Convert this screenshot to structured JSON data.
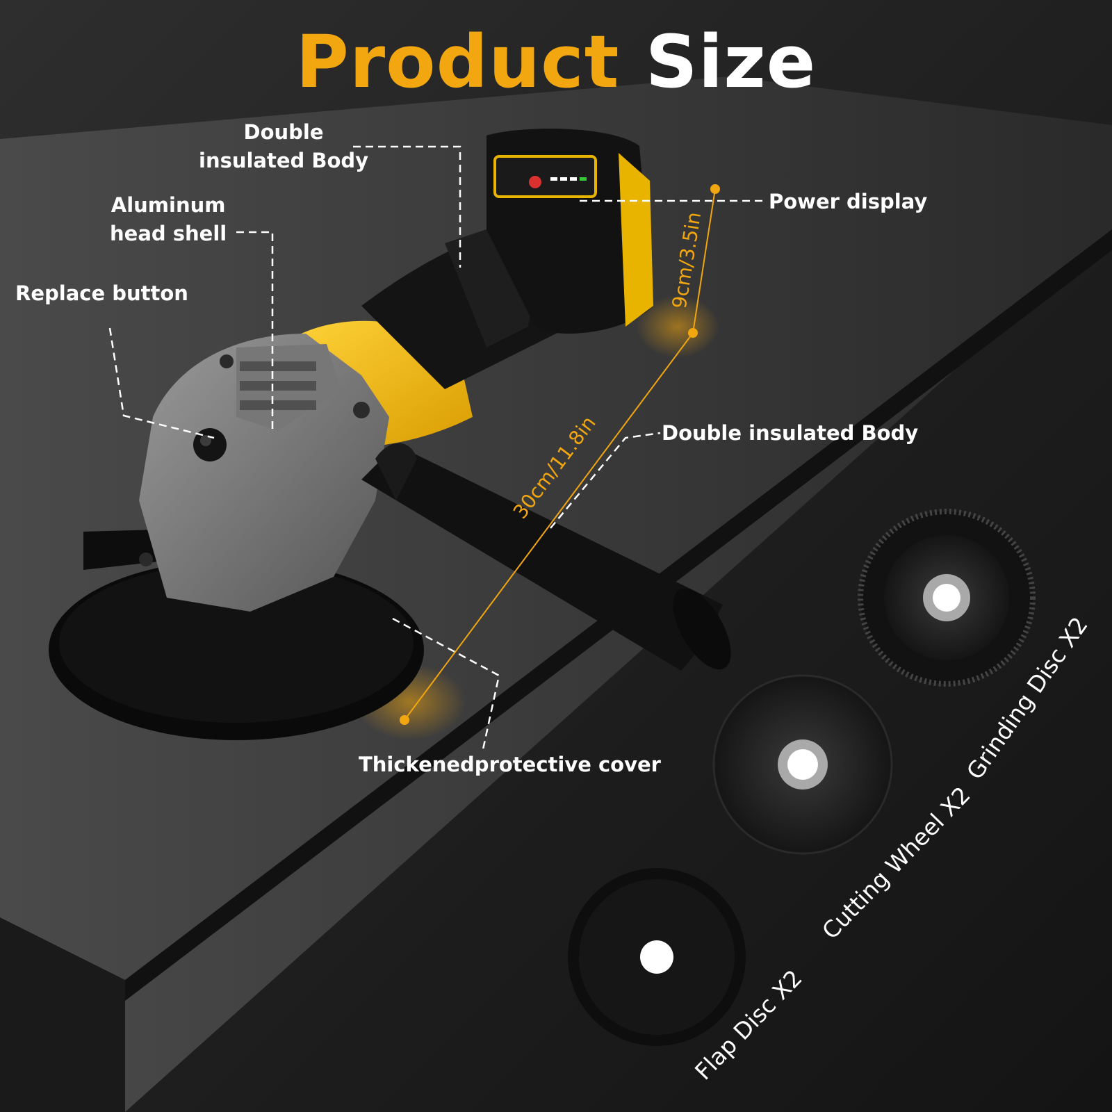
{
  "title": {
    "word1": "Product",
    "word2": "Size"
  },
  "callouts": {
    "double_insulated_top": "Double\ninsulated Body",
    "aluminum_head_shell": "Aluminum\nhead shell",
    "replace_button": "Replace button",
    "power_display": "Power display",
    "double_insulated_body": "Double insulated Body",
    "protective_cover": "Thickenedprotective cover"
  },
  "dimensions": {
    "width": "9cm/3.5in",
    "length": "30cm/11.8in"
  },
  "accessories": [
    {
      "label": "Grinding Disc X2"
    },
    {
      "label": "Cutting Wheel X2"
    },
    {
      "label": "Flap Disc X2"
    }
  ],
  "colors": {
    "accent": "#f2a60f",
    "text": "#ffffff",
    "background": "#1c1c1c",
    "tool_body": "#f5c518",
    "tool_grip": "#141414",
    "head_metal": "#7a7a7a"
  }
}
